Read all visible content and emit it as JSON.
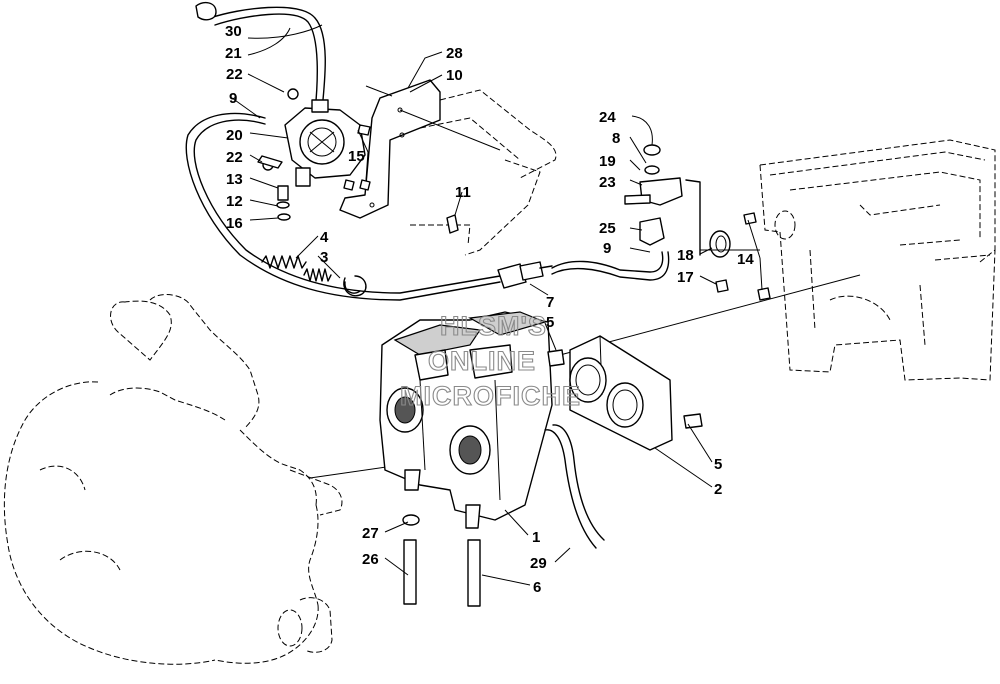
{
  "watermark": {
    "line1": "HLSM'S",
    "line2": "ONLINE",
    "line3": "MICROFICHE"
  },
  "callouts": [
    {
      "id": "c30",
      "label": "30"
    },
    {
      "id": "c21",
      "label": "21"
    },
    {
      "id": "c22a",
      "label": "22"
    },
    {
      "id": "c9a",
      "label": "9"
    },
    {
      "id": "c20",
      "label": "20"
    },
    {
      "id": "c22b",
      "label": "22"
    },
    {
      "id": "c13",
      "label": "13"
    },
    {
      "id": "c12",
      "label": "12"
    },
    {
      "id": "c16",
      "label": "16"
    },
    {
      "id": "c28",
      "label": "28"
    },
    {
      "id": "c10",
      "label": "10"
    },
    {
      "id": "c15",
      "label": "15"
    },
    {
      "id": "c11",
      "label": "11"
    },
    {
      "id": "c4",
      "label": "4"
    },
    {
      "id": "c3",
      "label": "3"
    },
    {
      "id": "c24",
      "label": "24"
    },
    {
      "id": "c8",
      "label": "8"
    },
    {
      "id": "c19",
      "label": "19"
    },
    {
      "id": "c23",
      "label": "23"
    },
    {
      "id": "c25",
      "label": "25"
    },
    {
      "id": "c9b",
      "label": "9"
    },
    {
      "id": "c18",
      "label": "18"
    },
    {
      "id": "c17",
      "label": "17"
    },
    {
      "id": "c14",
      "label": "14"
    },
    {
      "id": "c7",
      "label": "7"
    },
    {
      "id": "c5a",
      "label": "5"
    },
    {
      "id": "c5b",
      "label": "5"
    },
    {
      "id": "c2",
      "label": "2"
    },
    {
      "id": "c1",
      "label": "1"
    },
    {
      "id": "c27",
      "label": "27"
    },
    {
      "id": "c26",
      "label": "26"
    },
    {
      "id": "c29",
      "label": "29"
    },
    {
      "id": "c6",
      "label": "6"
    }
  ]
}
